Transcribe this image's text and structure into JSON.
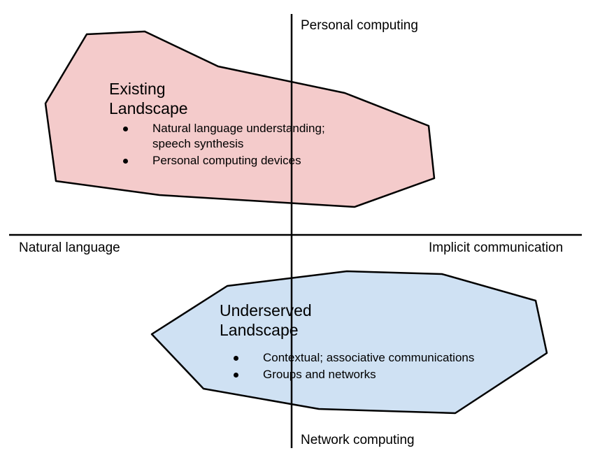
{
  "axes": {
    "top": "Personal computing",
    "bottom": "Network computing",
    "left": "Natural language",
    "right": "Implicit communication"
  },
  "regions": {
    "existing": {
      "title_line1": "Existing",
      "title_line2": "Landscape",
      "fill": "#f4cbcb",
      "bullets": [
        {
          "line1": "Natural language understanding;",
          "line2": "speech synthesis"
        },
        {
          "line1": "Personal computing devices",
          "line2": ""
        }
      ]
    },
    "underserved": {
      "title_line1": "Underserved",
      "title_line2": "Landscape",
      "fill": "#cfe1f3",
      "bullets": [
        {
          "line1": "Contextual; associative communications"
        },
        {
          "line1": "Groups and networks"
        }
      ]
    }
  }
}
